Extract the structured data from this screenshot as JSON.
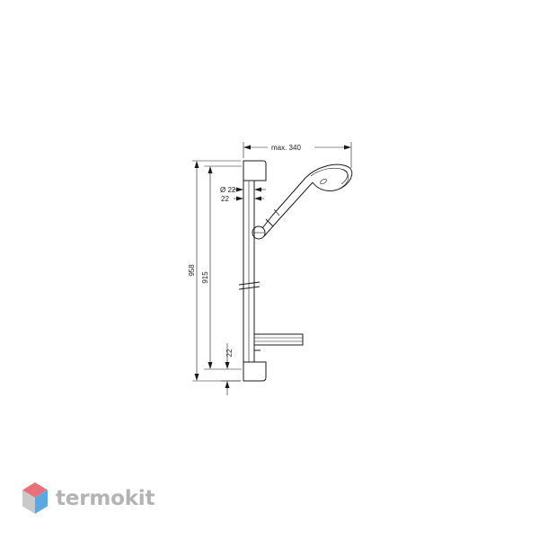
{
  "dimensions": {
    "overall_height": "958",
    "mounting_height": "915",
    "bottom_offset": "22",
    "rail_diameter": "Ø 22",
    "rail_width": "22",
    "max_reach": "max. 340"
  },
  "watermark": {
    "brand_name": "termokit",
    "logo_colors": [
      "#e8707a",
      "#5aa8e0",
      "#c9c9c9"
    ]
  }
}
